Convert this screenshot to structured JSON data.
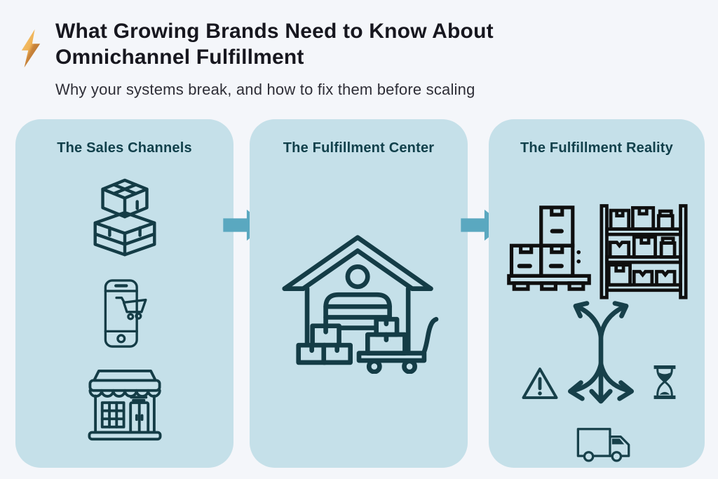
{
  "header": {
    "icon": "lightning-bolt",
    "title_line1": "What Growing Brands Need to Know About",
    "title_line2": "Omnichannel Fulfillment",
    "subtitle": "Why your systems break, and how to fix them before scaling"
  },
  "panels": [
    {
      "title": "The Sales Channels",
      "icons": [
        "stacked-shipping-boxes",
        "smartphone-with-shopping-cart",
        "retail-storefront"
      ]
    },
    {
      "title": "The Fulfillment Center",
      "icons": [
        "warehouse-with-boxes-and-trolley"
      ]
    },
    {
      "title": "The Fulfillment Reality",
      "icons": [
        "boxes-on-pallet",
        "storage-rack-with-boxes",
        "tangled-direction-arrows",
        "warning-triangle",
        "hourglass",
        "delivery-truck"
      ]
    }
  ],
  "connectors": [
    {
      "icon": "arrow-right"
    },
    {
      "icon": "arrow-right"
    }
  ],
  "colors": {
    "page_background": "#f4f6fa",
    "panel_background": "#c5e0e9",
    "flow_arrow_teal": "#5aa8c0",
    "icon_dark_teal": "#143c46",
    "icon_black": "#0f0f0f",
    "reality_icon_teal": "#17404a",
    "title_text": "#17171f",
    "panel_title_text": "#11404b",
    "bolt_gold_light": "#f6c878",
    "bolt_gold_dark": "#a8692a"
  }
}
